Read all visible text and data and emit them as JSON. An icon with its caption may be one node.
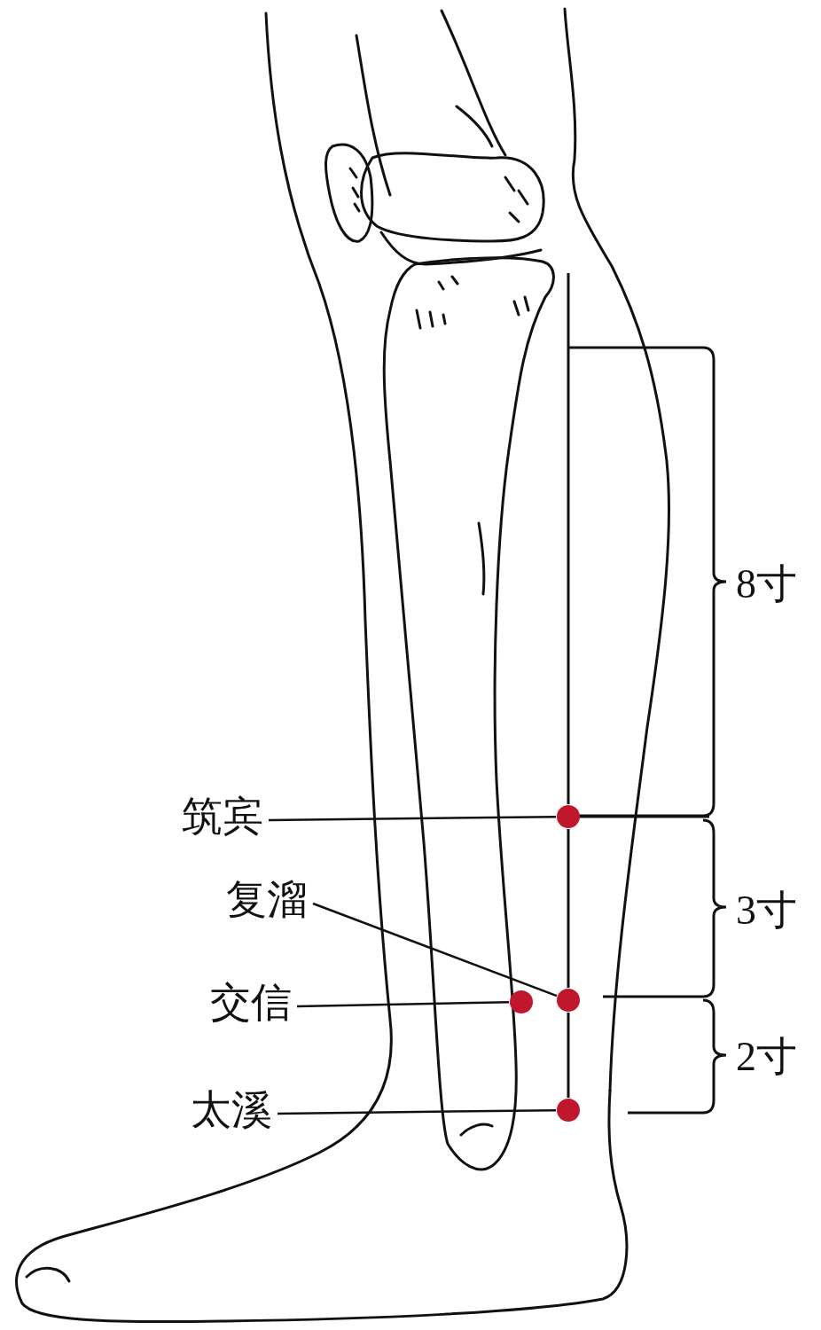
{
  "diagram": {
    "nodes": [
      {
        "text": [
          "筑宾"
        ]
      },
      {
        "text": [],
        "shape": "circle"
      },
      {
        "text": [
          "复溜"
        ]
      },
      {
        "text": [],
        "shape": "circle"
      },
      {
        "text": [
          "交信"
        ]
      },
      {
        "text": [],
        "shape": "circle"
      },
      {
        "text": [
          "太溪"
        ]
      },
      {
        "text": [],
        "shape": "circle"
      }
    ],
    "edges": [
      {
        "from": 0,
        "to": 1,
        "arrow": "none"
      },
      {
        "from": 2,
        "to": 3,
        "arrow": "none"
      },
      {
        "from": 4,
        "to": 5,
        "arrow": "none"
      },
      {
        "from": 6,
        "to": 7,
        "arrow": "none"
      },
      {
        "from": null,
        "to": 1,
        "arrow": "none"
      },
      {
        "from": 1,
        "to": 3,
        "arrow": "none"
      },
      {
        "from": 3,
        "to": 7,
        "arrow": "none"
      }
    ],
    "labels": [
      "8寸",
      "3寸",
      "2寸"
    ]
  }
}
